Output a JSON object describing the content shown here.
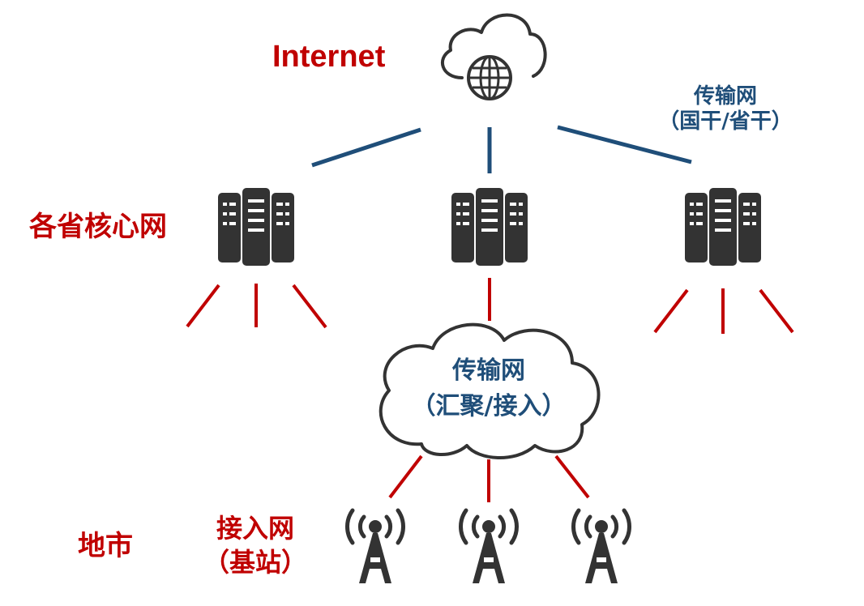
{
  "colors": {
    "red": "#c00000",
    "blue": "#1f4e79",
    "dark": "#333333"
  },
  "labels": {
    "internet": "Internet",
    "province_core": "各省核心网",
    "city": "地市",
    "access_line1": "接入网",
    "access_line2": "（基站）",
    "transport_top_line1": "传输网",
    "transport_top_line2": "（国干/省干）",
    "transport_mid_line1": "传输网",
    "transport_mid_line2": "（汇聚/接入）"
  },
  "icons": {
    "internet": "cloud-globe-icon",
    "core_servers": [
      "server-rack-icon",
      "server-rack-icon",
      "server-rack-icon"
    ],
    "transport_cloud": "cloud-icon",
    "base_stations": [
      "cell-tower-icon",
      "cell-tower-icon",
      "cell-tower-icon"
    ]
  }
}
